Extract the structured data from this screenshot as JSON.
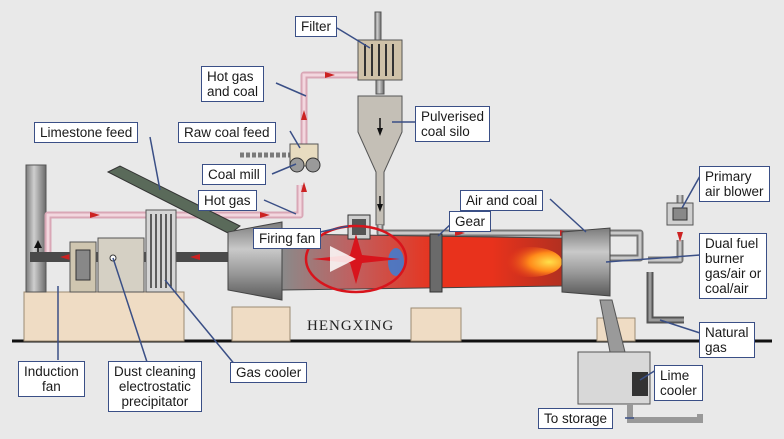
{
  "labels": {
    "filter": "Filter",
    "hot_gas_and_coal_1": "Hot gas",
    "hot_gas_and_coal_2": "and coal",
    "pulverised_coal_silo_1": "Pulverised",
    "pulverised_coal_silo_2": "coal silo",
    "limestone_feed": "Limestone feed",
    "raw_coal_feed": "Raw coal feed",
    "coal_mill": "Coal mill",
    "hot_gas": "Hot gas",
    "air_and_coal": "Air and coal",
    "primary_air_blower_1": "Primary",
    "primary_air_blower_2": "air blower",
    "firing_fan": "Firing fan",
    "gear": "Gear",
    "dual_fuel_burner_1": "Dual fuel",
    "dual_fuel_burner_2": "burner",
    "dual_fuel_burner_3": "gas/air or",
    "dual_fuel_burner_4": "coal/air",
    "natural_gas_1": "Natural",
    "natural_gas_2": "gas",
    "induction_fan_1": "Induction",
    "induction_fan_2": "fan",
    "dust_cleaning_1": "Dust cleaning",
    "dust_cleaning_2": "electrostatic",
    "dust_cleaning_3": "precipitator",
    "gas_cooler": "Gas cooler",
    "lime_cooler_1": "Lime",
    "lime_cooler_2": "cooler",
    "to_storage": "To storage"
  },
  "brand": "HENGXING",
  "colors": {
    "leader_line": "#3a4f86",
    "flow_arrow": "#cc2222",
    "duct_pink": "#e2b8c4",
    "kiln_flame": "#e63018",
    "logo_red": "#d8141c"
  }
}
